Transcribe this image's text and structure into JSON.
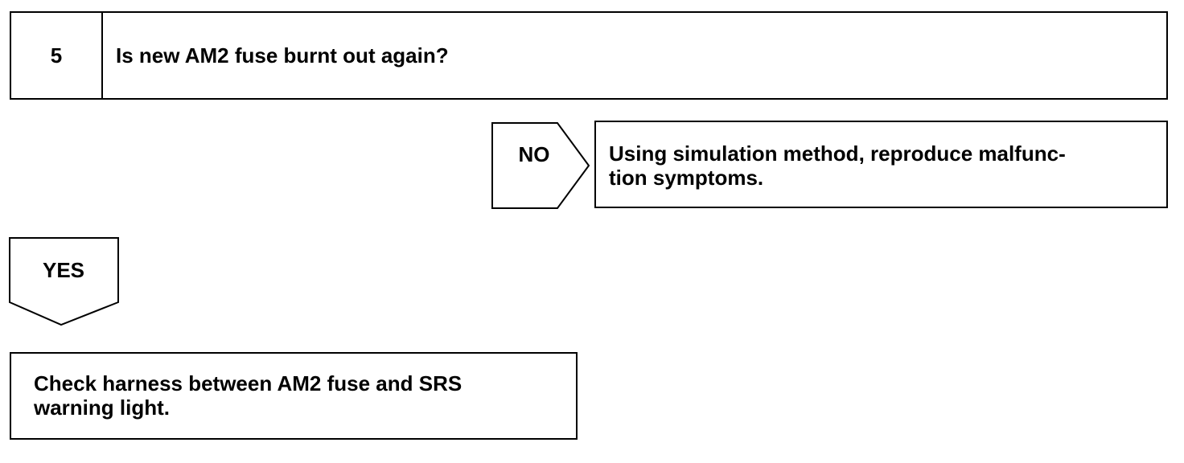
{
  "step": {
    "number": "5",
    "question": "Is new AM2 fuse burnt out again?"
  },
  "no_branch": {
    "label": "NO",
    "action_line1": "Using simulation method, reproduce malfunc-",
    "action_line2": "tion symptoms."
  },
  "yes_branch": {
    "label": "YES",
    "action_line1": "Check harness between AM2 fuse and SRS",
    "action_line2": "warning light."
  }
}
